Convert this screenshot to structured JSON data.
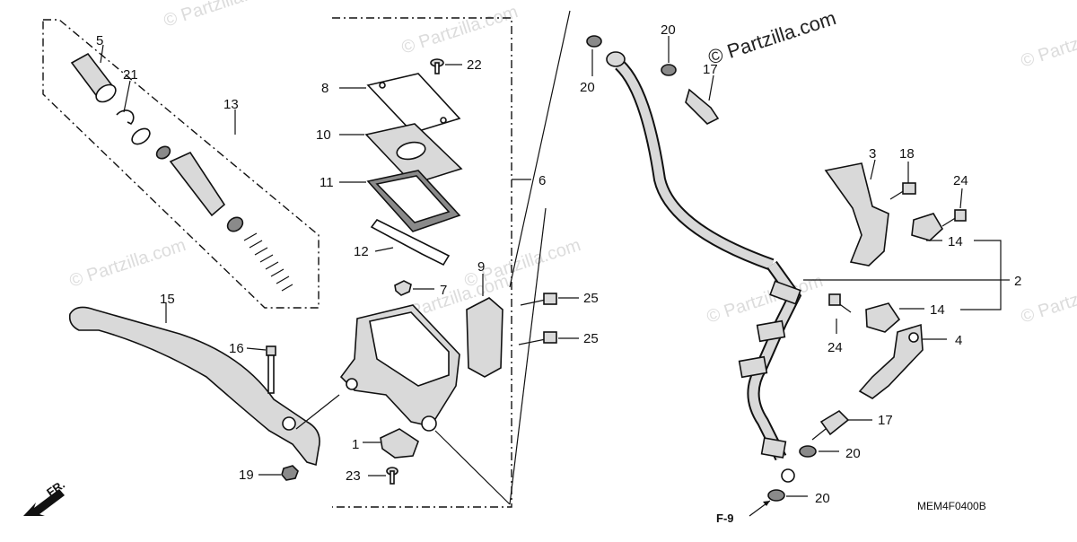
{
  "watermarks": {
    "main": "© Partzilla.com",
    "faint": "© Partzilla.com"
  },
  "callouts": {
    "c1": "1",
    "c2": "2",
    "c3": "3",
    "c4": "4",
    "c5": "5",
    "c6": "6",
    "c7": "7",
    "c8": "8",
    "c9": "9",
    "c10": "10",
    "c11": "11",
    "c12": "12",
    "c13": "13",
    "c14a": "14",
    "c14b": "14",
    "c15": "15",
    "c16": "16",
    "c17a": "17",
    "c17b": "17",
    "c18": "18",
    "c19": "19",
    "c20a": "20",
    "c20b": "20",
    "c20c": "20",
    "c20d": "20",
    "c21": "21",
    "c22": "22",
    "c23": "23",
    "c24a": "24",
    "c24b": "24",
    "c25a": "25",
    "c25b": "25"
  },
  "references": {
    "front_arrow": "FR.",
    "section_ref": "F-9",
    "diagram_code": "MEM4F0400B"
  },
  "colors": {
    "line": "#111111",
    "part_fill": "#ffffff",
    "shade": "#d9d9d9",
    "dark": "#8a8a8a",
    "watermark": "#dcdcdc"
  }
}
